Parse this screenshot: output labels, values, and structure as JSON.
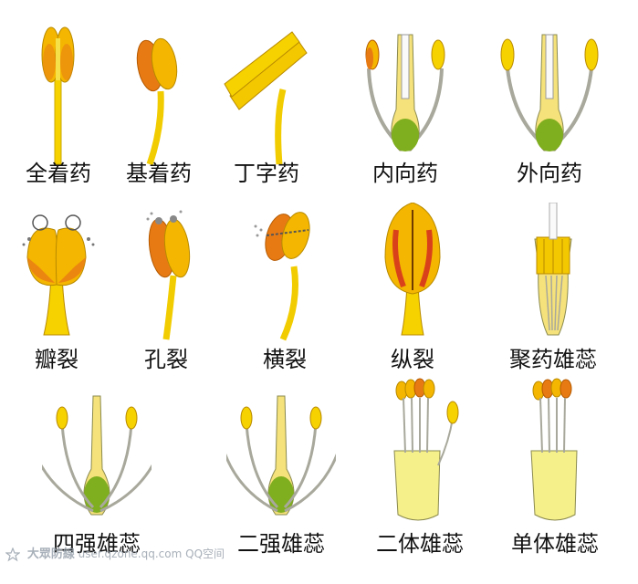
{
  "figure": {
    "rows": [
      [
        {
          "id": "a",
          "label": "全着药",
          "icon": "basifixed-full-anther-icon"
        },
        {
          "id": "b",
          "label": "基着药",
          "icon": "base-attached-anther-icon"
        },
        {
          "id": "c",
          "label": "丁字药",
          "icon": "versatile-anther-icon"
        },
        {
          "id": "d",
          "label": "内向药",
          "icon": "introrse-anther-icon"
        },
        {
          "id": "e",
          "label": "外向药",
          "icon": "extrorse-anther-icon"
        }
      ],
      [
        {
          "id": "f",
          "label": "瓣裂",
          "icon": "valvular-dehiscence-icon"
        },
        {
          "id": "g",
          "label": "孔裂",
          "icon": "poricidal-dehiscence-icon"
        },
        {
          "id": "h",
          "label": "横裂",
          "icon": "transverse-dehiscence-icon"
        },
        {
          "id": "i",
          "label": "纵裂",
          "icon": "longitudinal-dehiscence-icon"
        },
        {
          "id": "j",
          "label": "聚药雄蕊",
          "icon": "syngenesious-stamen-icon"
        }
      ],
      [
        {
          "id": "k",
          "label": "四强雄蕊",
          "icon": "tetradynamous-stamen-icon"
        },
        {
          "id": "l",
          "label": "二强雄蕊",
          "icon": "didynamous-stamen-icon"
        },
        {
          "id": "m",
          "label": "二体雄蕊",
          "icon": "diadelphous-stamen-icon"
        },
        {
          "id": "n",
          "label": "单体雄蕊",
          "icon": "monadelphous-stamen-icon"
        }
      ]
    ]
  },
  "watermark": {
    "main": "大眾防線",
    "sub": "user.qzone.qq.com",
    "extra": "QQ空间"
  },
  "colors": {
    "yellow": "#f6d200",
    "yellow_dark": "#e3b400",
    "orange": "#e87a14",
    "red": "#d9411b",
    "green": "#7fae1f",
    "filament_gray": "#a8a89c",
    "outline": "#6f6a3a"
  }
}
